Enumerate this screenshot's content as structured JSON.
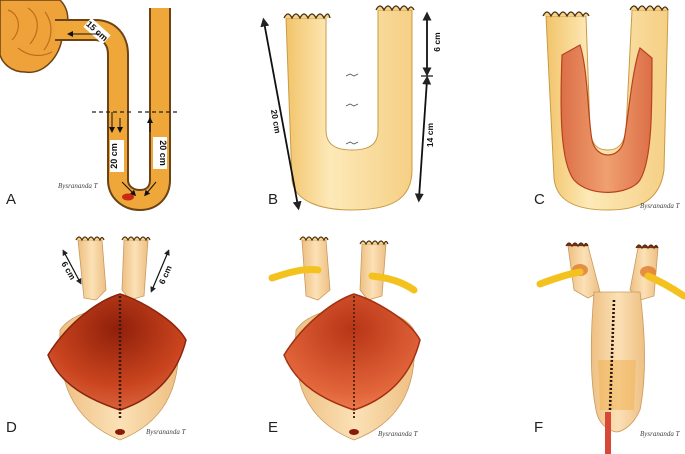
{
  "panels": [
    {
      "letter": "A",
      "signature": "Bysrananda T",
      "dims": [
        "15 cm",
        "20 cm",
        "20 cm"
      ]
    },
    {
      "letter": "B",
      "dims": [
        "20 cm",
        "6 cm",
        "14 cm"
      ]
    },
    {
      "letter": "C",
      "signature": "Bysrananda T"
    },
    {
      "letter": "D",
      "signature": "Bysrananda T",
      "dims": [
        "6 cm",
        "6 cm"
      ]
    },
    {
      "letter": "E",
      "signature": "Bysrananda T"
    },
    {
      "letter": "F",
      "signature": "Bysrananda T"
    }
  ],
  "colors": {
    "bowel_orange": "#f0a73a",
    "bowel_outline": "#6b4316",
    "pouch_pale": "#fce3a8",
    "mucosa_red": "#c9441e",
    "drain_yellow": "#f4c21f",
    "catheter_red": "#d84836"
  }
}
